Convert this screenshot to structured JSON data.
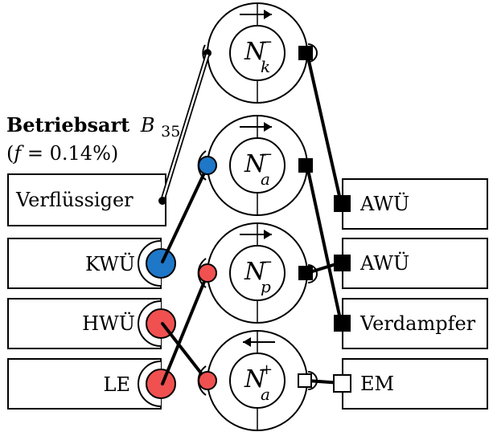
{
  "title": {
    "bold": "Betriebsart",
    "symbol": "B",
    "subscript": "35",
    "param_prefix": "(",
    "param_var": "f",
    "param_rest": " = 0.14%)"
  },
  "left_boxes": [
    {
      "id": "verfluessiger",
      "label": "Verflüssiger"
    },
    {
      "id": "kwu",
      "label": "KWÜ"
    },
    {
      "id": "hwu",
      "label": "HWÜ"
    },
    {
      "id": "le",
      "label": "LE"
    }
  ],
  "right_boxes": [
    {
      "id": "awu1",
      "label": "AWÜ"
    },
    {
      "id": "awu2",
      "label": "AWÜ"
    },
    {
      "id": "verdampfer",
      "label": "Verdampfer"
    },
    {
      "id": "em",
      "label": "EM"
    }
  ],
  "machines": [
    {
      "base": "N",
      "sub": "k",
      "sup": "−",
      "arrow": "right"
    },
    {
      "base": "N",
      "sub": "a",
      "sup": "−",
      "arrow": "right"
    },
    {
      "base": "N",
      "sub": "p",
      "sup": "−",
      "arrow": "right"
    },
    {
      "base": "N",
      "sub": "a",
      "sup": "+",
      "arrow": "left"
    }
  ],
  "colors": {
    "blue": "#1f77c8",
    "red": "#f05050",
    "black": "#000000",
    "white": "#ffffff"
  }
}
